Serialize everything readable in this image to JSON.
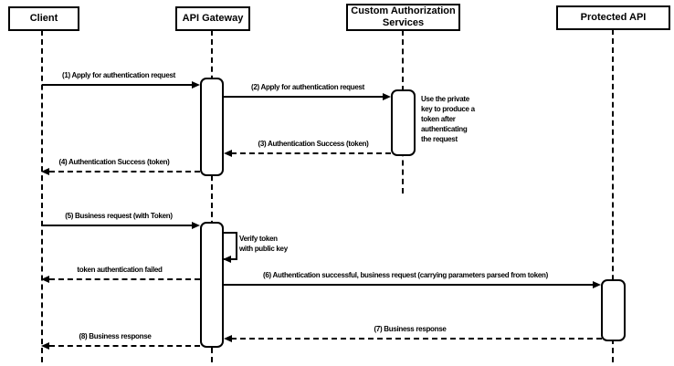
{
  "diagram": {
    "type": "uml-sequence",
    "colors": {
      "line": "#000000",
      "background": "#ffffff",
      "shape_fill": "#ffffff"
    },
    "actors": [
      {
        "name": "Client"
      },
      {
        "name": "API Gateway"
      },
      {
        "name": "Custom Authorization\nServices"
      },
      {
        "name": "Protected API"
      }
    ],
    "messages": [
      {
        "label": "(1) Apply for authentication request",
        "from": "Client",
        "to": "API Gateway",
        "style": "solid"
      },
      {
        "label": "(2) Apply for authentication request",
        "from": "API Gateway",
        "to": "Custom Authorization Services",
        "style": "solid"
      },
      {
        "label": "(3) Authentication Success (token)",
        "from": "Custom Authorization Services",
        "to": "API Gateway",
        "style": "dashed"
      },
      {
        "label": "(4) Authentication Success (token)",
        "from": "API Gateway",
        "to": "Client",
        "style": "dashed"
      },
      {
        "label": "(5) Business request (with Token)",
        "from": "Client",
        "to": "API Gateway",
        "style": "solid"
      },
      {
        "label": "token authentication failed",
        "from": "API Gateway",
        "to": "Client",
        "style": "dashed"
      },
      {
        "label": "(6) Authentication successful, business request (carrying parameters parsed from token)",
        "from": "API Gateway",
        "to": "Protected API",
        "style": "solid"
      },
      {
        "label": "(7) Business response",
        "from": "Protected API",
        "to": "API Gateway",
        "style": "dashed"
      },
      {
        "label": "(8) Business response",
        "from": "API Gateway",
        "to": "Client",
        "style": "dashed"
      }
    ],
    "self_message": {
      "label": "Verify token\nwith public key",
      "actor": "API Gateway"
    },
    "note": {
      "text": "Use the private\nkey to produce a\ntoken after\nauthenticating\nthe request",
      "attached_to": "Custom Authorization Services"
    }
  }
}
